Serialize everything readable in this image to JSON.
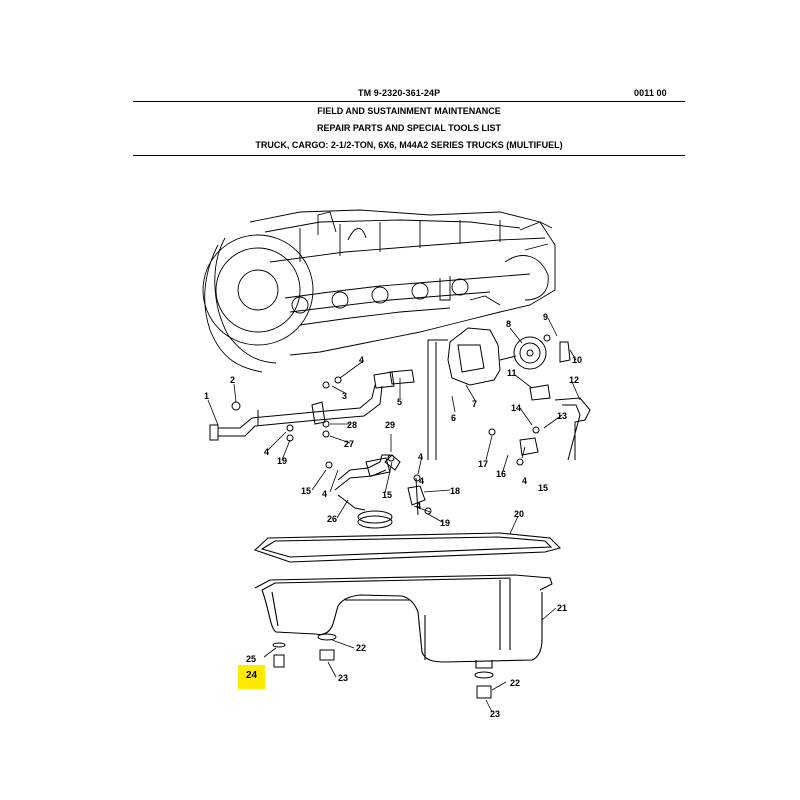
{
  "header": {
    "tm_number": "TM 9-2320-361-24P",
    "page_number": "0011 00",
    "line1": "FIELD AND SUSTAINMENT MAINTENANCE",
    "line2": "REPAIR PARTS AND SPECIAL TOOLS LIST",
    "line3": "TRUCK, CARGO: 2-1/2-TON, 6X6, M44A2 SERIES TRUCKS (MULTIFUEL)"
  },
  "callouts": [
    "1",
    "2",
    "3",
    "4",
    "4",
    "5",
    "6",
    "7",
    "8",
    "9",
    "10",
    "11",
    "12",
    "13",
    "14",
    "4",
    "15",
    "16",
    "17",
    "4",
    "19",
    "27",
    "28",
    "29",
    "4",
    "15",
    "15",
    "4",
    "26",
    "18",
    "4",
    "19",
    "20",
    "21",
    "22",
    "22",
    "23",
    "23",
    "25"
  ],
  "highlight": {
    "label": "24",
    "color": "#ffea00"
  }
}
